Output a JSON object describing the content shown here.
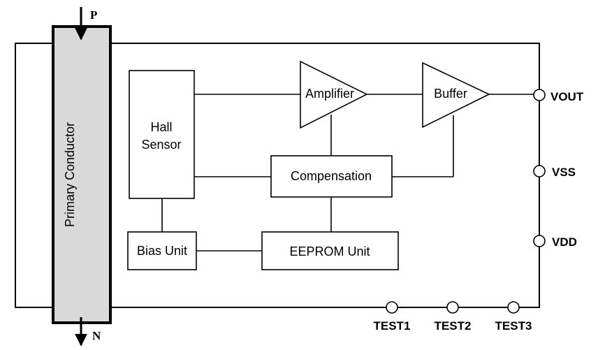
{
  "labels": {
    "primary_conductor": "Primary Conductor",
    "hall_line1": "Hall",
    "hall_line2": "Sensor",
    "amplifier": "Amplifier",
    "buffer": "Buffer",
    "compensation": "Compensation",
    "bias_unit": "Bias Unit",
    "eeprom_unit": "EEPROM Unit",
    "current_in": "P",
    "current_out": "N"
  },
  "pins": {
    "vout": "VOUT",
    "vss": "VSS",
    "vdd": "VDD",
    "test1": "TEST1",
    "test2": "TEST2",
    "test3": "TEST3"
  },
  "colors": {
    "conductor_fill": "#d9d9d9",
    "line": "#000000",
    "background": "#ffffff"
  }
}
